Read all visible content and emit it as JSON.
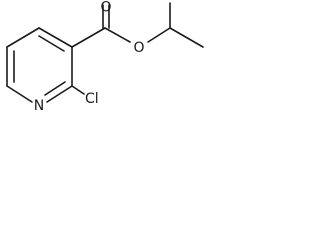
{
  "molecule": {
    "atoms": {
      "ring_nitrogen": "N",
      "chlorine": "Cl",
      "ester_oxygen": "O",
      "carbonyl_oxygen": "O"
    }
  }
}
